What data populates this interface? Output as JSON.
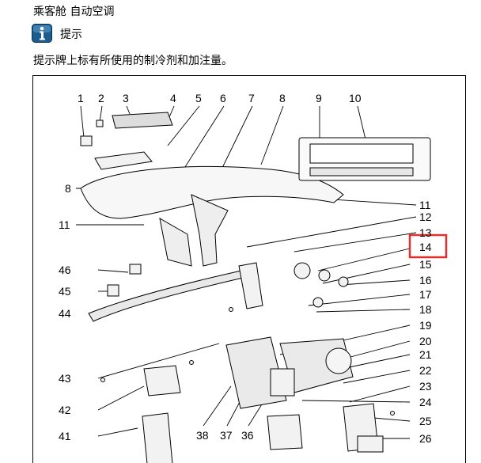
{
  "header": {
    "title": "乘客舱 自动空调"
  },
  "tip": {
    "icon": "info-icon",
    "label": "提示",
    "text": "提示牌上标有所使用的制冷剂和加注量。"
  },
  "figure": {
    "highlight_color": "#e03030",
    "highlighted_label": "14",
    "top_labels": [
      "1",
      "2",
      "3",
      "4",
      "5",
      "6",
      "7",
      "8",
      "9",
      "10"
    ],
    "left_labels": [
      "8",
      "11",
      "46",
      "45",
      "44",
      "43",
      "42",
      "41"
    ],
    "right_labels": [
      "11",
      "12",
      "13",
      "14",
      "15",
      "16",
      "17",
      "18",
      "19",
      "20",
      "21",
      "22",
      "23",
      "24",
      "25",
      "26"
    ],
    "bottom_labels": [
      "38",
      "37",
      "36"
    ]
  }
}
